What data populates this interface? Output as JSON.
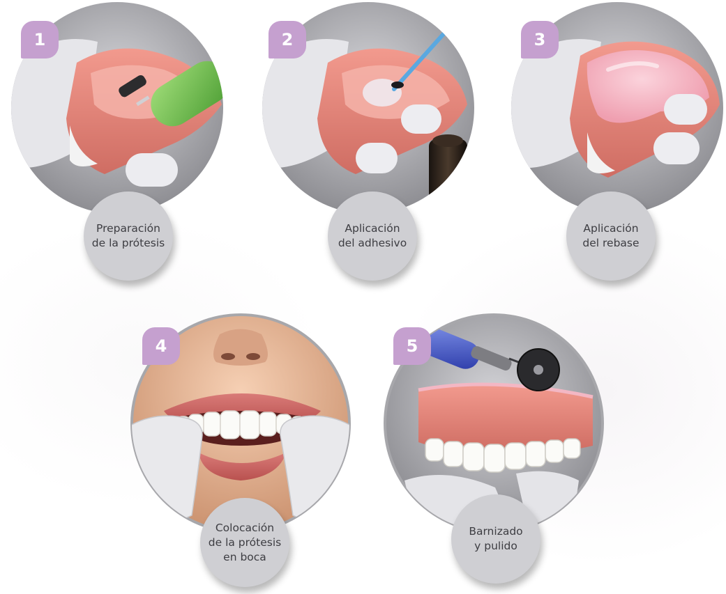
{
  "steps": [
    {
      "number": "1",
      "label_lines": [
        "Preparación",
        "de la prótesis"
      ],
      "illustration": "denture-carbide-bur-grinding"
    },
    {
      "number": "2",
      "label_lines": [
        "Aplicación",
        "del adhesivo"
      ],
      "illustration": "denture-adhesive-brush-and-bottle"
    },
    {
      "number": "3",
      "label_lines": [
        "Aplicación",
        "del rebase"
      ],
      "illustration": "denture-reline-material"
    },
    {
      "number": "4",
      "label_lines": [
        "Colocación",
        "de la prótesis",
        "en boca"
      ],
      "illustration": "denture-seated-in-mouth"
    },
    {
      "number": "5",
      "label_lines": [
        "Barnizado",
        "y pulido"
      ],
      "illustration": "denture-polishing-disc"
    }
  ],
  "colors": {
    "badge": "#c5a0cf",
    "label_circle": "#cfcfd3",
    "photo_circle_ring": "#8d8d92",
    "gum": "#e8847a",
    "glove": "#e9e9ec"
  }
}
